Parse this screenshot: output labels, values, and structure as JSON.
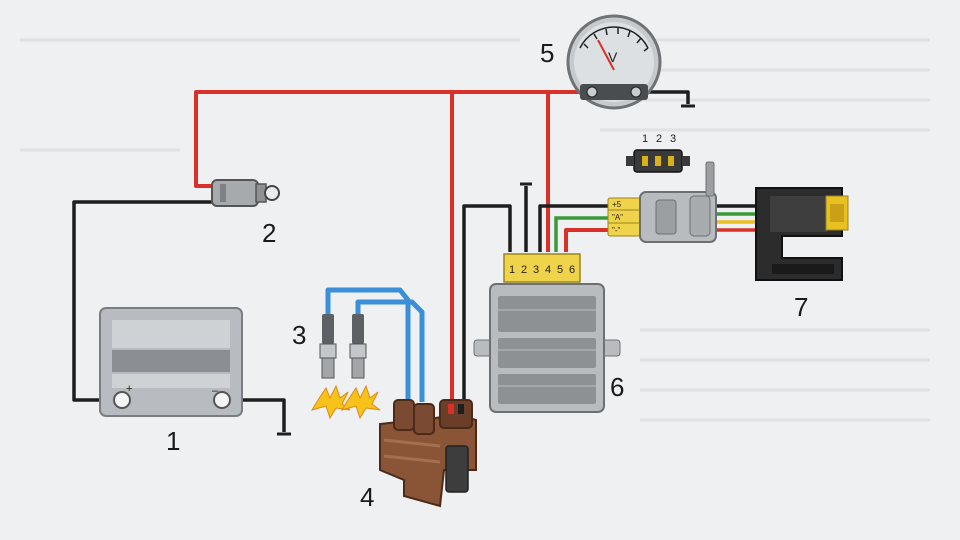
{
  "labels": {
    "battery": "1",
    "ignition_switch": "2",
    "spark_plugs": "3",
    "ignition_coil": "4",
    "voltmeter": "5",
    "control_unit": "6",
    "sensor": "7"
  },
  "battery_terminals": {
    "positive": "+",
    "negative": "–"
  },
  "voltmeter_unit": "V",
  "connector_pins": [
    "1",
    "2",
    "3"
  ],
  "control_unit_pins": [
    "1",
    "2",
    "3",
    "4",
    "5",
    "6"
  ],
  "harness_tags": [
    "+5",
    "\"A\"",
    "\"-\""
  ],
  "colors": {
    "red_wire": "#d8312a",
    "black_wire": "#1e1e1e",
    "blue_wire": "#3a8fd8",
    "green_wire": "#3a9a3a",
    "yellow_wire": "#e8c020",
    "coil_brown": "#7a4a32",
    "pin_yellow": "#f2d21e"
  }
}
